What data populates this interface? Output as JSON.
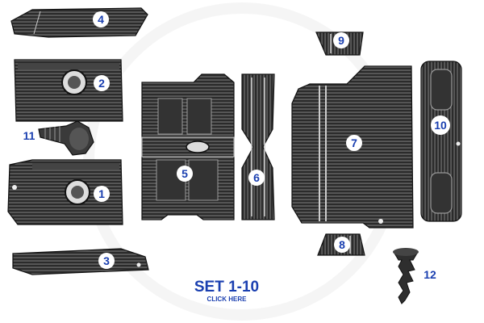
{
  "colors": {
    "mat": "#2b2b2b",
    "rib": "#8a8a8a",
    "badge_fill": "#ffffff",
    "badge_text": "#1a3fb0",
    "link": "#1a3fb0"
  },
  "parts": [
    {
      "label": "1"
    },
    {
      "label": "2"
    },
    {
      "label": "3"
    },
    {
      "label": "4"
    },
    {
      "label": "5"
    },
    {
      "label": "6"
    },
    {
      "label": "7"
    },
    {
      "label": "8"
    },
    {
      "label": "9"
    },
    {
      "label": "10"
    },
    {
      "label": "11"
    },
    {
      "label": "12"
    }
  ],
  "set_link": {
    "title": "SET 1-10",
    "subtitle": "CLICK HERE"
  }
}
